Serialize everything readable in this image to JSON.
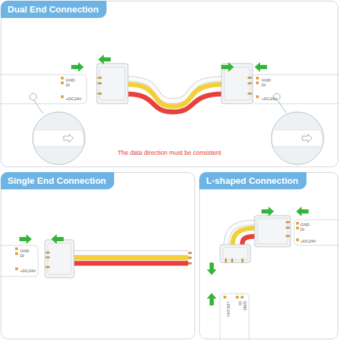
{
  "diagram": {
    "nodes": [
      {
        "text": [
          "Dual End Connection"
        ]
      },
      {
        "text": [
          "GND",
          "DI",
          "+DC24V"
        ],
        "in": 0
      },
      {
        "text": [
          "GND",
          "DI",
          "+DC24V"
        ],
        "in": 0
      },
      {
        "text": [
          "Single End Connection"
        ]
      },
      {
        "text": [
          "GND",
          "DI",
          "+DC24V"
        ],
        "in": 3
      },
      {
        "text": [
          "L-shaped Connection"
        ]
      },
      {
        "text": [
          "GND",
          "DI",
          "+DC24V"
        ],
        "in": 5
      },
      {
        "text": [
          "GND",
          "DI",
          "+DC24V"
        ],
        "in": 5
      }
    ],
    "labels": [
      "The data direction must be consistent"
    ]
  }
}
